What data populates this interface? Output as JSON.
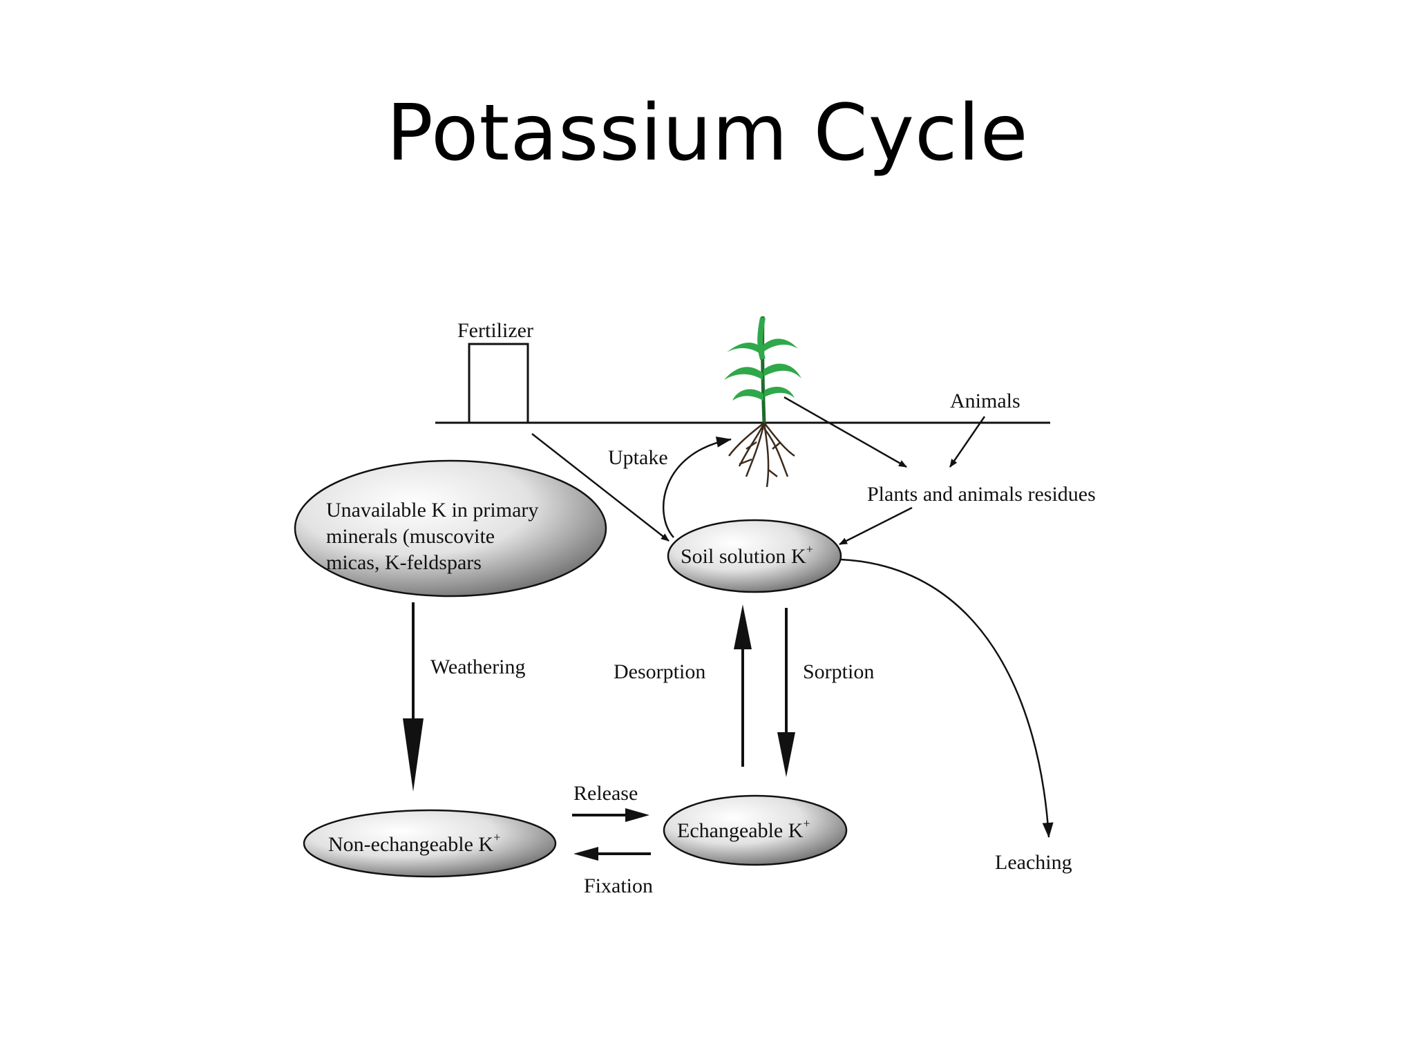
{
  "slide": {
    "title": "Potassium Cycle"
  },
  "diagram": {
    "nodes": {
      "fertilizer": "Fertilizer",
      "animals": "Animals",
      "residues": "Plants and animals residues",
      "unavailable_k": [
        "Unavailable K in primary",
        "minerals (muscovite",
        "micas, K-feldspars"
      ],
      "soil_solution": {
        "text": "Soil solution K",
        "sup": "+"
      },
      "non_exchangeable": {
        "text": "Non-echangeable K",
        "sup": "+"
      },
      "exchangeable": {
        "text": "Echangeable K",
        "sup": "+"
      },
      "leaching": "Leaching"
    },
    "processes": {
      "uptake": "Uptake",
      "weathering": "Weathering",
      "desorption": "Desorption",
      "sorption": "Sorption",
      "release": "Release",
      "fixation": "Fixation"
    },
    "colors": {
      "plant_leaf": "#2fa84a",
      "plant_stem": "#1e6b2c",
      "roots": "#3b2a1c",
      "ellipse_light": "#ffffff",
      "ellipse_dark": "#6a6a6a",
      "line": "#111111"
    }
  }
}
